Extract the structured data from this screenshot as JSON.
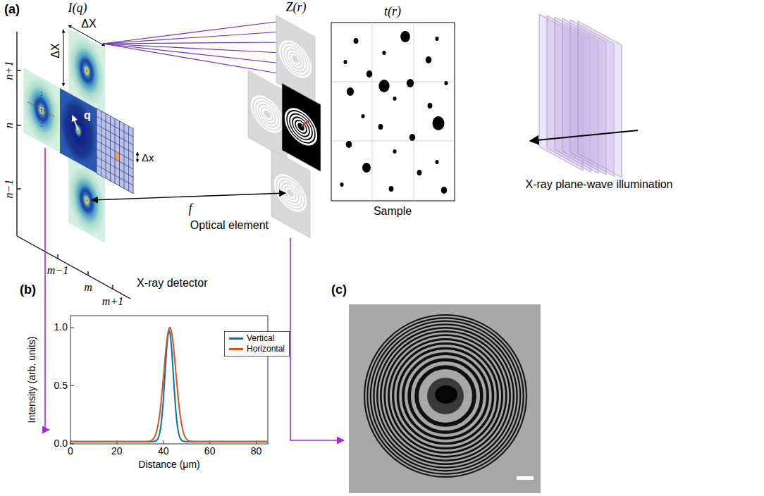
{
  "diagram": {
    "labels": [
      "(a)",
      "I(q)",
      "ΔX",
      "ΔX",
      "q",
      "Δx",
      "n+1",
      "n",
      "n−1",
      "m−1",
      "m",
      "m+1",
      "X-ray detector",
      "f",
      "Z(r)",
      "t(r)",
      "Optical element",
      "Sample",
      "X-ray plane-wave illumination",
      "(b)",
      "Intensity (arb. units)",
      "Distance (μm)",
      "0.0",
      "0.5",
      "1.0",
      "0",
      "20",
      "40",
      "60",
      "80",
      "(c)"
    ],
    "legend": [
      {
        "text": "Vertical",
        "color": "#0072bd"
      },
      {
        "text": "Horizontal",
        "color": "#d95319"
      }
    ]
  }
}
